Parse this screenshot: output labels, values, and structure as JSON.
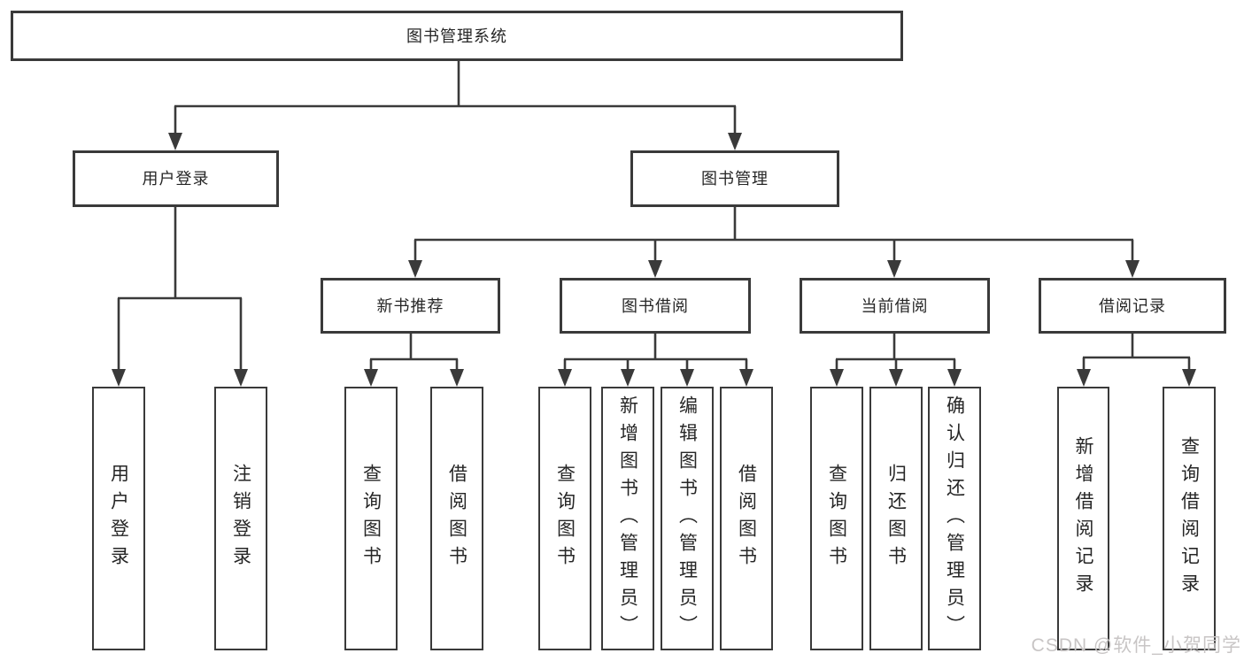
{
  "tree": {
    "label": "图书管理系统",
    "children": [
      {
        "label": "用户登录",
        "children": [
          {
            "label": "用户登录"
          },
          {
            "label": "注销登录"
          }
        ]
      },
      {
        "label": "图书管理",
        "children": [
          {
            "label": "新书推荐",
            "children": [
              {
                "label": "查询图书"
              },
              {
                "label": "借阅图书"
              }
            ]
          },
          {
            "label": "图书借阅",
            "children": [
              {
                "label": "查询图书"
              },
              {
                "label": "新增图书（管理员）"
              },
              {
                "label": "编辑图书（管理员）"
              },
              {
                "label": "借阅图书"
              }
            ]
          },
          {
            "label": "当前借阅",
            "children": [
              {
                "label": "查询图书"
              },
              {
                "label": "归还图书"
              },
              {
                "label": "确认归还（管理员）"
              }
            ]
          },
          {
            "label": "借阅记录",
            "children": [
              {
                "label": "新增借阅记录"
              },
              {
                "label": "查询借阅记录"
              }
            ]
          }
        ]
      }
    ]
  },
  "watermark": {
    "text": "CSDN @软件_小贺同学"
  },
  "colors": {
    "line": "#3a3a3a",
    "box_fill": "#ffffff",
    "text": "#262626",
    "watermark": "#c8c5c5"
  }
}
